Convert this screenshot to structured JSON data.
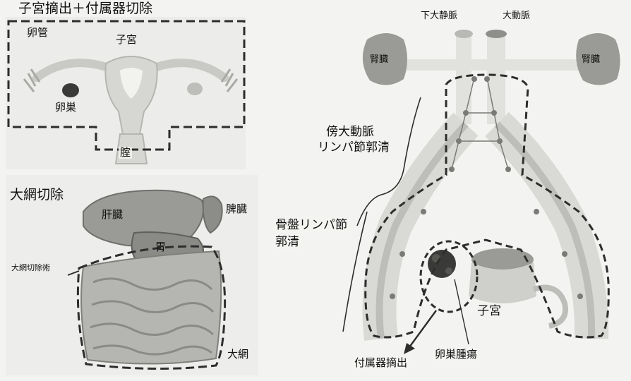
{
  "colors": {
    "background": "#f3f3f1",
    "organ_fill": "#cfcfcc",
    "organ_dark": "#8e8e8a",
    "vessel": "#e1e1dd",
    "dashed_line": "#2d2d2d"
  },
  "panel_hysterectomy": {
    "title": "子宮摘出＋付属器切除",
    "label_tube": "卵管",
    "label_uterus": "子宮",
    "label_ovary": "卵巣",
    "label_vagina": "腟"
  },
  "panel_omentectomy": {
    "title": "大網切除",
    "label_liver": "肝臓",
    "label_spleen": "脾臓",
    "label_stomach": "胃",
    "label_omentectomy_side": "大網切除術",
    "label_omentum": "大網"
  },
  "panel_lymph": {
    "label_ivc": "下大静脈",
    "label_aorta": "大動脈",
    "label_kidney_left": "腎臓",
    "label_kidney_right": "腎臓",
    "label_paraaortic_1": "傍大動脈",
    "label_paraaortic_2": "リンパ節郭清",
    "label_pelvic_1": "骨盤リンパ節",
    "label_pelvic_2": "郭清",
    "label_uterus": "子宮",
    "label_adnexa_removal": "付属器摘出",
    "label_ovarian_tumor": "卵巣腫瘍"
  }
}
